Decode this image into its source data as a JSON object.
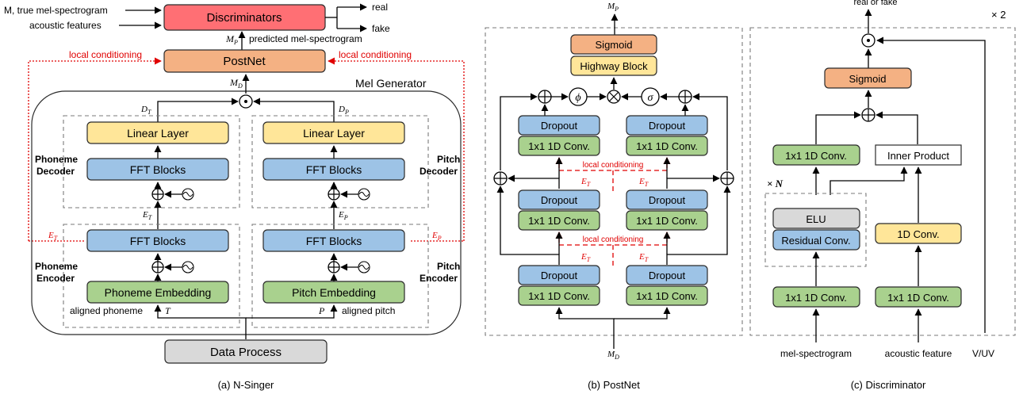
{
  "colors": {
    "discriminators": "#ff6f74",
    "postnet": "#f4b183",
    "linear": "#ffe699",
    "fft": "#9dc3e6",
    "embedding": "#a9d18e",
    "dataprocess": "#d9d9d9",
    "conditioning": "#e00000"
  },
  "panel_a": {
    "caption": "(a) N-Singer",
    "input_top": "M, true mel-spectrogram",
    "input_bottom": "acoustic features",
    "discriminators": "Discriminators",
    "out_real": "real",
    "out_fake": "fake",
    "mp_symbol": "M",
    "mp_sub": "P",
    "predicted_label": "predicted mel-spectrogram",
    "postnet": "PostNet",
    "local_cond_left": "local conditioning",
    "local_cond_right": "local conditioning",
    "md_symbol": "M",
    "md_sub": "D",
    "mel_generator": "Mel Generator",
    "dt_symbol": "D",
    "dt_sub": "T",
    "dp_symbol": "D",
    "dp_sub": "P",
    "linear_layer_left": "Linear Layer",
    "linear_layer_right": "Linear Layer",
    "fft_dec_left": "FFT Blocks",
    "fft_dec_right": "FFT Blocks",
    "phoneme_decoder_1": "Phoneme",
    "phoneme_decoder_2": "Decoder",
    "pitch_decoder_1": "Pitch",
    "pitch_decoder_2": "Decoder",
    "et_symbol": "E",
    "et_sub": "T",
    "ep_symbol": "E",
    "ep_sub": "P",
    "fft_enc_left": "FFT Blocks",
    "fft_enc_right": "FFT Blocks",
    "phoneme_encoder_1": "Phoneme",
    "phoneme_encoder_2": "Encoder",
    "pitch_encoder_1": "Pitch",
    "pitch_encoder_2": "Encoder",
    "phoneme_embedding": "Phoneme Embedding",
    "pitch_embedding": "Pitch Embedding",
    "aligned_phoneme": "aligned phoneme",
    "aligned_pitch": "aligned pitch",
    "t_symbol": "T",
    "p_symbol": "P",
    "data_process": "Data Process"
  },
  "panel_b": {
    "caption": "(b) PostNet",
    "mp_symbol": "M",
    "mp_sub": "P",
    "md_symbol": "M",
    "md_sub": "D",
    "sigmoid": "Sigmoid",
    "highway": "Highway Block",
    "phi": "ϕ",
    "sigma": "σ",
    "dropout": "Dropout",
    "conv": "1x1 1D Conv.",
    "local_conditioning": "local conditioning",
    "et_symbol": "E",
    "et_sub": "T"
  },
  "panel_c": {
    "caption": "(c) Discriminator",
    "top_label": "real or fake",
    "repeat": "× 2",
    "repeat_n": "× N",
    "sigmoid": "Sigmoid",
    "conv_a": "1x1 1D Conv.",
    "inner_product": "Inner Product",
    "elu": "ELU",
    "residual": "Residual Conv.",
    "conv_1d": "1D Conv.",
    "conv_b": "1x1 1D Conv.",
    "conv_c": "1x1 1D Conv.",
    "in_mel": "mel-spectrogram",
    "in_acoustic": "acoustic feature",
    "in_vuv": "V/UV"
  }
}
